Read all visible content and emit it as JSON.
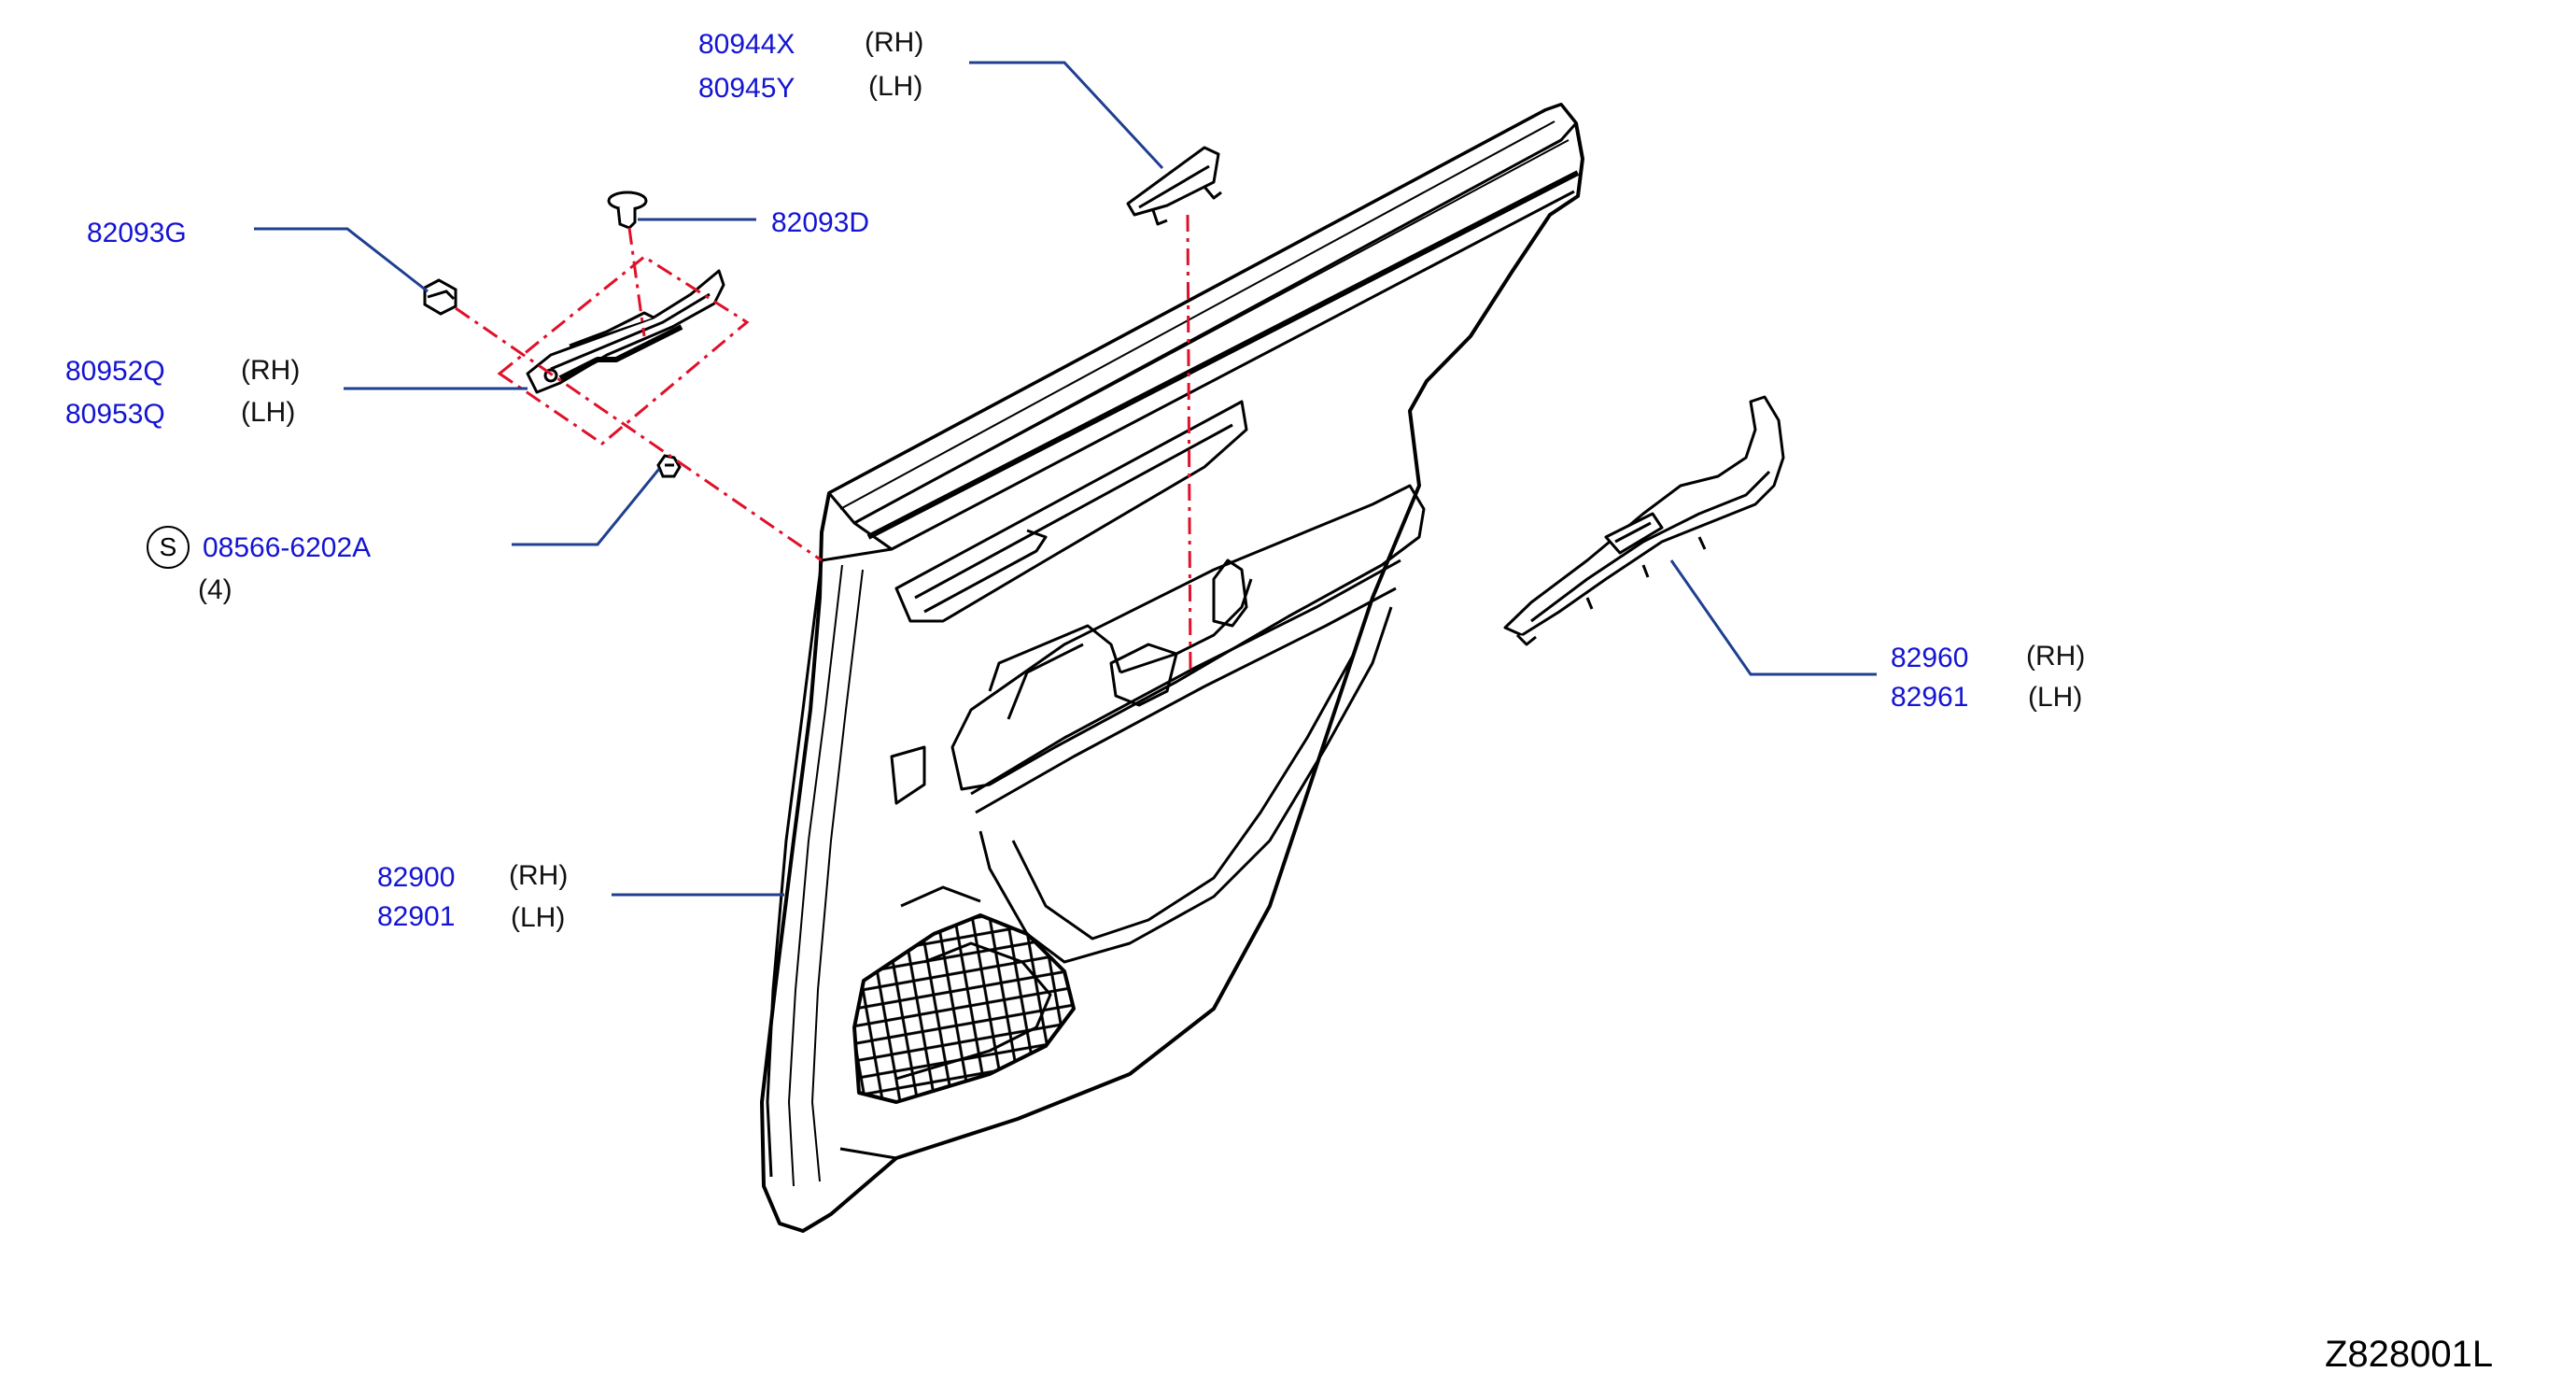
{
  "callouts": {
    "grip_clip": {
      "rh": {
        "part_no": "80944X",
        "side": "(RH)"
      },
      "lh": {
        "part_no": "80945Y",
        "side": "(LH)"
      }
    },
    "clip_g": {
      "part_no": "82093G"
    },
    "clip_d": {
      "part_no": "82093D"
    },
    "handle_escutcheon": {
      "rh": {
        "part_no": "80952Q",
        "side": "(RH)"
      },
      "lh": {
        "part_no": "80953Q",
        "side": "(LH)"
      }
    },
    "screw": {
      "symbol": "S",
      "part_no": "08566-6202A",
      "qty": "(4)"
    },
    "window_switch_finisher": {
      "rh": {
        "part_no": "82960",
        "side": "(RH)"
      },
      "lh": {
        "part_no": "82961",
        "side": "(LH)"
      }
    },
    "door_trim": {
      "rh": {
        "part_no": "82900",
        "side": "(RH)"
      },
      "lh": {
        "part_no": "82901",
        "side": "(LH)"
      }
    }
  },
  "diagram_id": "Z828001L",
  "colors": {
    "part_number": "#1414d2",
    "leader_line": "#1f3f8f",
    "dash_line": "#e0102a",
    "outline": "#000000"
  }
}
